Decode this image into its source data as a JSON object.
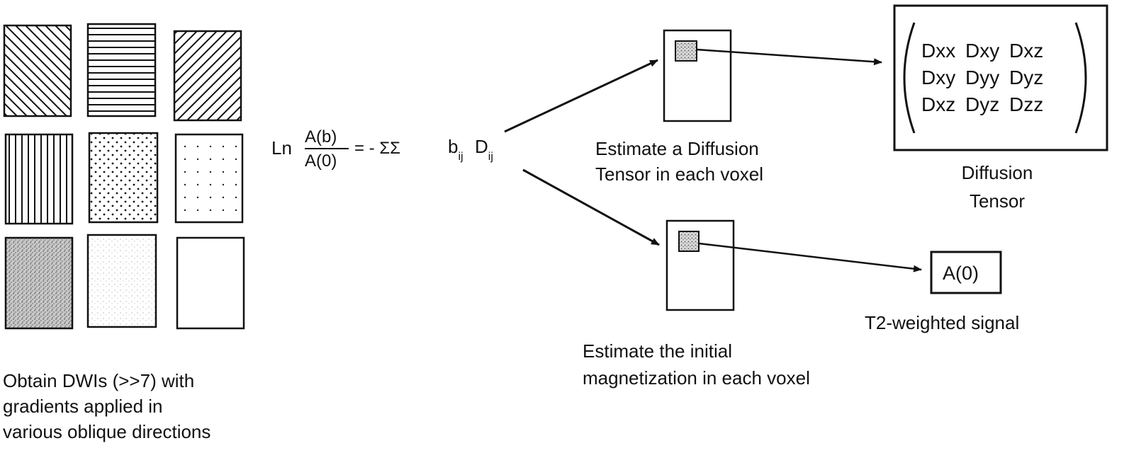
{
  "equation": {
    "ln": "Ln",
    "numerator": "A(b)",
    "denominator": "A(0)",
    "operator": "= - ΣΣ",
    "b": "b",
    "b_sub": "ij",
    "d": "D",
    "d_sub": "ij"
  },
  "labels": {
    "dwi_caption": [
      "Obtain DWIs (>>7) with",
      "gradients applied in",
      "various oblique directions"
    ],
    "tensor_step": [
      "Estimate a Diffusion",
      "Tensor in each voxel"
    ],
    "tensor_result": [
      "Diffusion",
      "Tensor"
    ],
    "magnetization_step": [
      "Estimate the initial",
      "magnetization in each voxel"
    ],
    "signal_box": "A(0)",
    "signal_result": "T2-weighted signal"
  },
  "tensor_matrix": [
    [
      "Dxx",
      "Dxy",
      "Dxz"
    ],
    [
      "Dxy",
      "Dyy",
      "Dyz"
    ],
    [
      "Dxz",
      "Dyz",
      "Dzz"
    ]
  ],
  "dwi_patterns": [
    [
      "diagonal-down",
      "horizontal",
      "diagonal-up"
    ],
    [
      "vertical",
      "dense-dots",
      "sparse-dots"
    ],
    [
      "heavy-speckle",
      "light-speckle",
      "blank"
    ]
  ]
}
